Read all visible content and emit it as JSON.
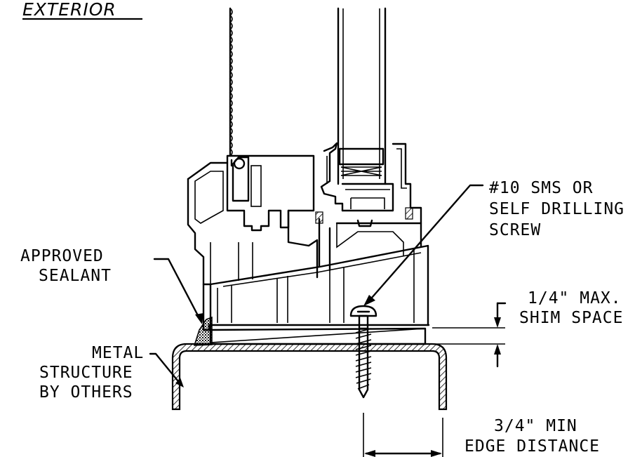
{
  "title": "EXTERIOR",
  "labels": {
    "screw_line1": "#10 SMS OR",
    "screw_line2": "SELF DRILLING",
    "screw_line3": "SCREW",
    "sealant_line1": "APPROVED",
    "sealant_line2": "SEALANT",
    "shim_line1": "1/4\" MAX.",
    "shim_line2": "SHIM SPACE",
    "metal_line1": "METAL",
    "metal_line2": "STRUCTURE",
    "metal_line3": "BY OTHERS",
    "edge_line1": "3/4\" MIN",
    "edge_line2": "EDGE DISTANCE"
  }
}
